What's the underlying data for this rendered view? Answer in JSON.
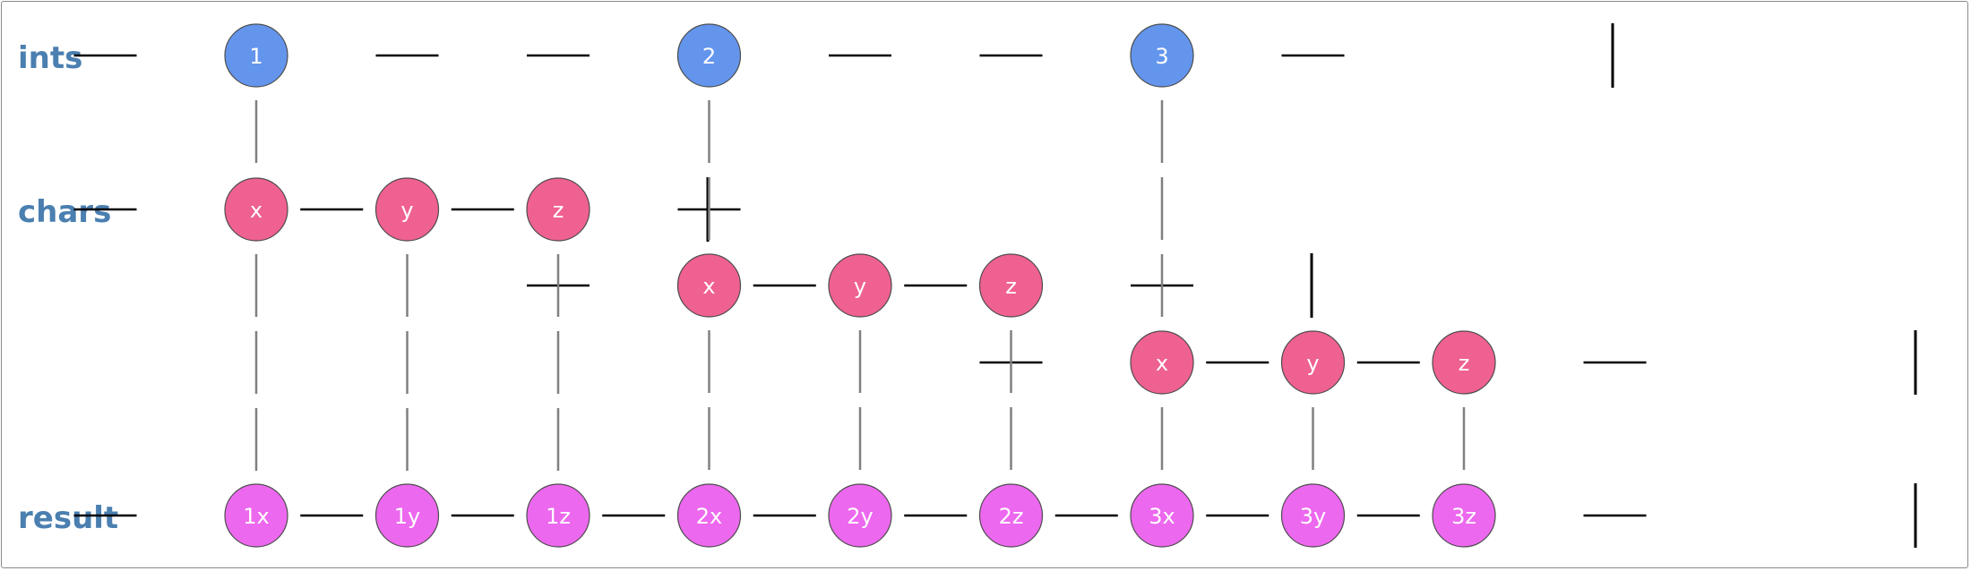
{
  "row_labels": {
    "ints": "ints",
    "chars": "chars",
    "result": "result"
  },
  "colors": {
    "ints_node": "#6495ed",
    "chars_node": "#ef6190",
    "result_node": "#ec68ee",
    "row_label": "#4a7fb0"
  },
  "ints": [
    {
      "label": "1"
    },
    {
      "label": "2"
    },
    {
      "label": "3"
    }
  ],
  "chars": [
    [
      {
        "label": "x"
      },
      {
        "label": "y"
      },
      {
        "label": "z"
      }
    ],
    [
      {
        "label": "x"
      },
      {
        "label": "y"
      },
      {
        "label": "z"
      }
    ],
    [
      {
        "label": "x"
      },
      {
        "label": "y"
      },
      {
        "label": "z"
      }
    ]
  ],
  "result": [
    {
      "label": "1x"
    },
    {
      "label": "1y"
    },
    {
      "label": "1z"
    },
    {
      "label": "2x"
    },
    {
      "label": "2y"
    },
    {
      "label": "2z"
    },
    {
      "label": "3x"
    },
    {
      "label": "3y"
    },
    {
      "label": "3z"
    }
  ]
}
